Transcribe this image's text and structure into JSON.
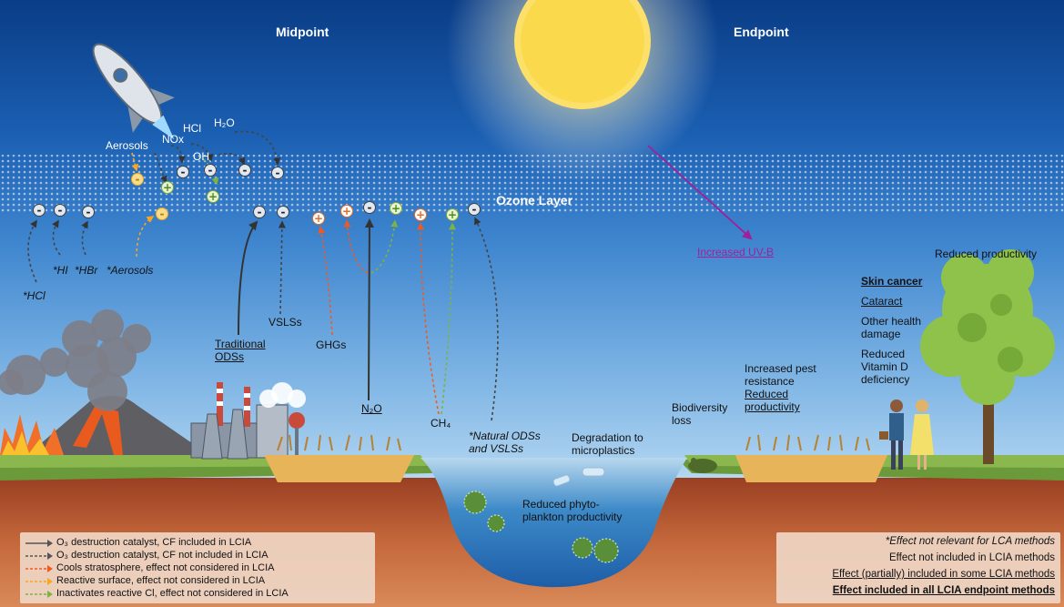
{
  "headers": {
    "midpoint": "Midpoint",
    "endpoint": "Endpoint",
    "ozone_layer": "Ozone Layer"
  },
  "molecules": {
    "aerosols": "Aerosols",
    "nox": "NOx",
    "hcl": "HCl",
    "h2o": "H₂O",
    "oh": "OH"
  },
  "sources": {
    "hcl": "*HCl",
    "hi": "*HI",
    "hbr": "*HBr",
    "aerosols": "*Aerosols",
    "traditional_odss": "Traditional ODSs",
    "vslss": "VSLSs",
    "ghgs": "GHGs",
    "n2o": "N₂O",
    "ch4": "CH₄",
    "natural_odss_line1": "*Natural ODSs",
    "natural_odss_line2": "and VSLSs"
  },
  "effects": {
    "increased_uvb": "Increased UV-B",
    "reduced_productivity_top": "Reduced productivity",
    "skin_cancer": "Skin cancer",
    "cataract": "Cataract",
    "other_health_line1": "Other health",
    "other_health_line2": "damage",
    "vitamin_d_line1": "Reduced",
    "vitamin_d_line2": "Vitamin D",
    "vitamin_d_line3": "deficiency",
    "pest_line1": "Increased pest",
    "pest_line2": "resistance",
    "reduced_prod_line1": "Reduced",
    "reduced_prod_line2": "productivity",
    "biodiversity_line1": "Biodiversity",
    "biodiversity_line2": "loss",
    "degradation_line1": "Degradation to",
    "degradation_line2": "microplastics",
    "phyto_line1": "Reduced phyto-",
    "phyto_line2": "plankton productivity"
  },
  "legend_arrows": [
    {
      "label": "O₃ destruction catalyst, CF included in LCIA",
      "color": "#555555",
      "dashed": false
    },
    {
      "label": "O₃ destruction catalyst, CF not included in LCIA",
      "color": "#555555",
      "dashed": true
    },
    {
      "label": "Cools stratosphere, effect not considered in LCIA",
      "color": "#f05a22",
      "dashed": true
    },
    {
      "label": "Reactive surface, effect not considered in LCIA",
      "color": "#f5a623",
      "dashed": true
    },
    {
      "label": "Inactivates reactive Cl, effect not considered in LCIA",
      "color": "#7cb342",
      "dashed": true
    }
  ],
  "legend_effects": [
    {
      "label": "*Effect not relevant for LCA methods",
      "style": "italic"
    },
    {
      "label": "Effect not included in LCIA methods",
      "style": "plain"
    },
    {
      "label": "Effect (partially) included in some LCIA methods",
      "style": "underline"
    },
    {
      "label": "Effect included in all LCIA endpoint methods",
      "style": "bold-underline"
    }
  ],
  "colors": {
    "uvb": "#a0209a",
    "minus_border": "#37414b",
    "plus_orange": "#e86a24",
    "plus_green": "#79a53c",
    "plus_yellow": "#e4a825"
  }
}
